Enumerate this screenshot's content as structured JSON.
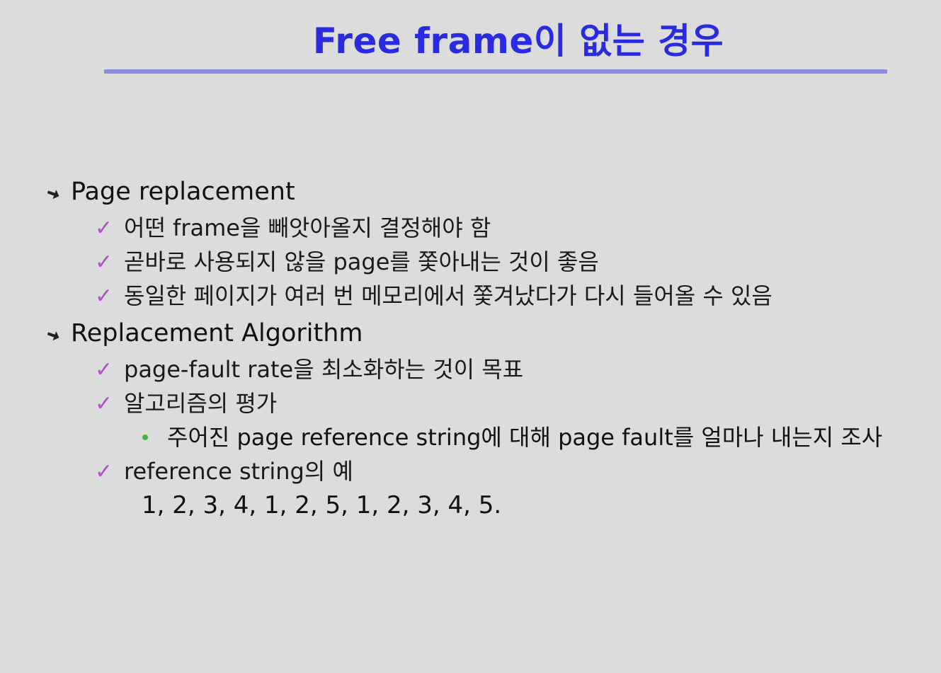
{
  "title": "Free frame이 없는 경우",
  "sections": [
    {
      "heading": "Page replacement",
      "items": [
        "어떤 frame을 빼앗아올지 결정해야 함",
        "곧바로 사용되지 않을 page를 쫓아내는 것이 좋음",
        "동일한 페이지가 여러 번 메모리에서 쫓겨났다가 다시 들어올 수 있음"
      ]
    },
    {
      "heading": "Replacement Algorithm",
      "items": [
        "page-fault rate을 최소화하는 것이 목표",
        "알고리즘의 평가",
        "reference string의 예"
      ],
      "subitem": "주어진 page reference string에 대해 page fault를 얼마나 내는지 조사",
      "sequence": "1, 2, 3, 4, 1, 2, 5, 1, 2, 3, 4, 5."
    }
  ],
  "colors": {
    "background": "#dcdcdc",
    "title": "#2a2ae0",
    "title_rule": "#8a8cdb",
    "check": "#b34ec9",
    "dot": "#3fb83f"
  },
  "icons": {
    "level1": "arrow-down-right-icon",
    "level2": "checkmark-icon",
    "level3": "dot-icon"
  }
}
